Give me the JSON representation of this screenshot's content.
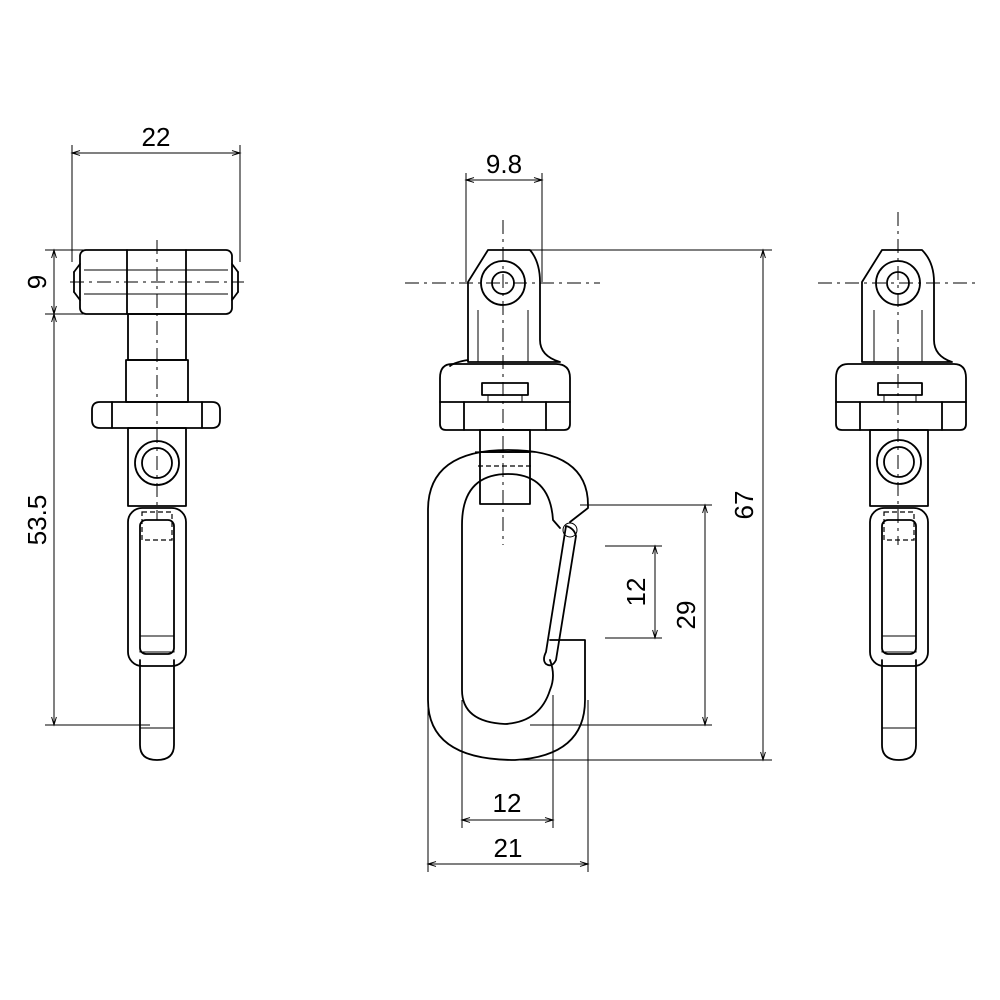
{
  "views": {
    "side": {
      "dim_top_width": "22",
      "dim_head_height": "9",
      "dim_total_height": "53.5"
    },
    "front": {
      "dim_eye_width": "9.8",
      "dim_total_height": "67",
      "dim_gate_opening": "12",
      "dim_inner_height": "29",
      "dim_inner_width": "12",
      "dim_outer_width": "21"
    }
  },
  "colors": {
    "line": "#000000",
    "background": "#ffffff"
  }
}
